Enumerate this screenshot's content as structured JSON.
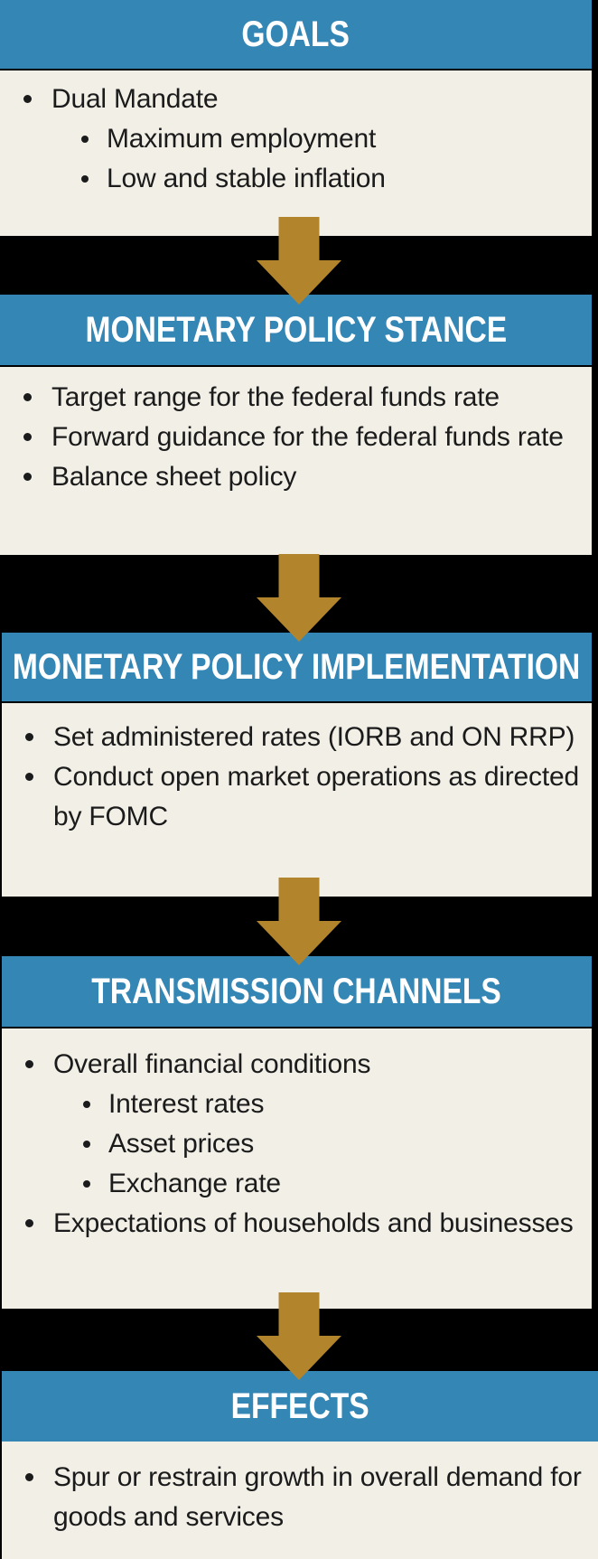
{
  "colors": {
    "header_bg": "#3486b5",
    "body_bg": "#f2efe7",
    "background": "#000000",
    "arrow": "#b2852c",
    "header_text": "#ffffff",
    "body_text": "#1b1b1b"
  },
  "icons": {
    "flow_arrow": "down-arrow"
  },
  "sections": [
    {
      "id": "goals",
      "title": "GOALS",
      "bullets": [
        {
          "level": 1,
          "text": "Dual Mandate"
        },
        {
          "level": 2,
          "text": "Maximum employment"
        },
        {
          "level": 2,
          "text": "Low and stable inflation"
        }
      ]
    },
    {
      "id": "monetary-policy-stance",
      "title": "MONETARY POLICY STANCE",
      "bullets": [
        {
          "level": 1,
          "text": "Target range for the federal funds rate"
        },
        {
          "level": 1,
          "text": "Forward guidance for the federal funds rate"
        },
        {
          "level": 1,
          "text": "Balance sheet policy"
        }
      ]
    },
    {
      "id": "monetary-policy-implementation",
      "title": "MONETARY POLICY IMPLEMENTATION",
      "bullets": [
        {
          "level": 1,
          "text": "Set administered rates (IORB and ON RRP)"
        },
        {
          "level": 1,
          "text": "Conduct open market operations as directed by FOMC"
        }
      ]
    },
    {
      "id": "transmission-channels",
      "title": "TRANSMISSION CHANNELS",
      "bullets": [
        {
          "level": 1,
          "text": "Overall financial conditions"
        },
        {
          "level": 2,
          "text": "Interest rates"
        },
        {
          "level": 2,
          "text": "Asset prices"
        },
        {
          "level": 2,
          "text": "Exchange rate"
        },
        {
          "level": 1,
          "text": "Expectations of households and businesses"
        }
      ]
    },
    {
      "id": "effects",
      "title": "EFFECTS",
      "bullets": [
        {
          "level": 1,
          "text": "Spur or restrain growth in overall demand for goods and services"
        }
      ]
    }
  ]
}
